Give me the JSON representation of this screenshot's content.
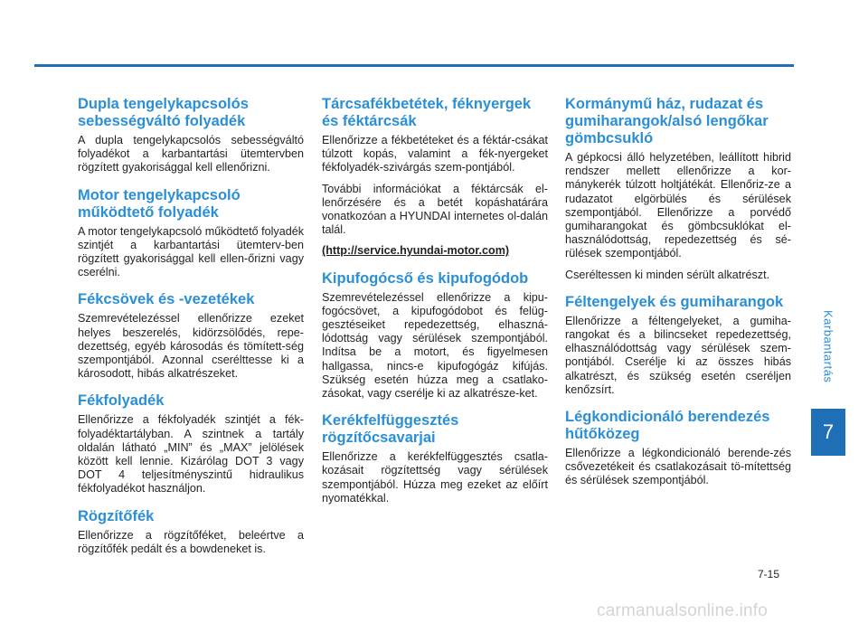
{
  "columns": [
    {
      "sections": [
        {
          "heading": "Dupla tengelykapcsolós sebességváltó folyadék",
          "paragraphs": [
            "A dupla tengelykapcsolós sebességváltó folyadékot a karbantartási ütemtervben rögzített gyakorisággal kell ellenőrizni."
          ]
        },
        {
          "heading": "Motor tengelykapcsoló működtető folyadék",
          "paragraphs": [
            "A motor tengelykapcsoló működtető folyadék szintjét a karbantartási ütemterv-ben rögzített gyakorisággal kell ellen-őrizni vagy cserélni."
          ]
        },
        {
          "heading": "Fékcsövek és -vezetékek",
          "paragraphs": [
            "Szemrevételezéssel ellenőrizze ezeket helyes beszerelés, kidörzsölődés, repe-dezettség, egyéb károsodás és tömített-ség szempontjából. Azonnal cserélttesse ki a károsodott, hibás alkatrészeket."
          ]
        },
        {
          "heading": "Fékfolyadék",
          "paragraphs": [
            "Ellenőrizze a fékfolyadék szintjét a fék-folyadéktartályban. A szintnek a tartály oldalán látható „MIN” és „MAX” jelölések között kell lennie. Kizárólag DOT 3 vagy DOT 4 teljesítményszintű hidraulikus fékfolyadékot használjon."
          ]
        },
        {
          "heading": "Rögzítőfék",
          "paragraphs": [
            "Ellenőrizze a rögzítőféket, beleértve a rögzítőfék pedált és a bowdeneket is."
          ]
        }
      ]
    },
    {
      "sections": [
        {
          "heading": "Tárcsafékbetétek, féknyergek és féktárcsák",
          "paragraphs": [
            "Ellenőrizze a fékbetéteket és a féktár-csákat túlzott kopás, valamint a fék-nyergeket fékfolyadék-szivárgás szem-pontjából.",
            "További információkat a féktárcsák el-lenőrzésére és a betét kopáshatárára vonatkozóan a HYUNDAI internetes ol-dalán talál."
          ],
          "link": "(http://service.hyundai-motor.com)"
        },
        {
          "heading": "Kipufogócső és kipufogódob",
          "paragraphs": [
            "Szemrevételezéssel ellenőrizze a kipu-fogócsövet, a kipufogódobot és felüg-gesztéseiket repedezettség, elhaszná-lódottság vagy sérülések szempontjából. Indítsa be a motort, és figyelmesen hallgassa, nincs-e kipufogógáz kifújás. Szükség esetén húzza meg a csatlako-zásokat, vagy cserélje ki az alkatrésze-ket."
          ]
        },
        {
          "heading": "Kerékfelfüggesztés rögzítőcsavarjai",
          "paragraphs": [
            "Ellenőrizze a kerékfelfüggesztés csatla-kozásait rögzítettség vagy sérülések szempontjából. Húzza meg ezeket az előírt nyomatékkal."
          ]
        }
      ]
    },
    {
      "sections": [
        {
          "heading": "Kormánymű ház, rudazat és gumiharangok/alsó lengőkar gömbcsukló",
          "paragraphs": [
            "A gépkocsi álló helyzetében, leállított hibrid rendszer mellett ellenőrizze a kor-mánykerék túlzott holtjátékát. Ellenőriz-ze a rudazatot elgörbülés és sérülések szempontjából. Ellenőrizze a porvédő gumiharangokat és gömbcsuklókat el-használódottság, repedezettség és sé-rülések szempontjából.",
            "Cseréltessen ki minden sérült alkatrészt."
          ]
        },
        {
          "heading": "Féltengelyek és gumiharangok",
          "paragraphs": [
            "Ellenőrizze a féltengelyeket, a gumiha-rangokat és a bilincseket repedezettség, elhasználódottság vagy sérülések szem-pontjából. Cserélje ki az összes hibás alkatrészt, és szükség esetén cseréljen kenőzsírt."
          ]
        },
        {
          "heading": "Légkondicionáló berendezés hűtőközeg",
          "paragraphs": [
            "Ellenőrizze a légkondicionáló berende-zés csővezetékeit és csatlakozásait tö-mítettség és sérülések szempontjából."
          ]
        }
      ]
    }
  ],
  "side_tab": {
    "label": "Karbantartás",
    "chapter": "7"
  },
  "page_number": "7-15",
  "watermark": "carmanualsonline.info",
  "colors": {
    "accent": "#2a8fd6",
    "rule": "#1f6fb7",
    "text": "#231f20"
  }
}
